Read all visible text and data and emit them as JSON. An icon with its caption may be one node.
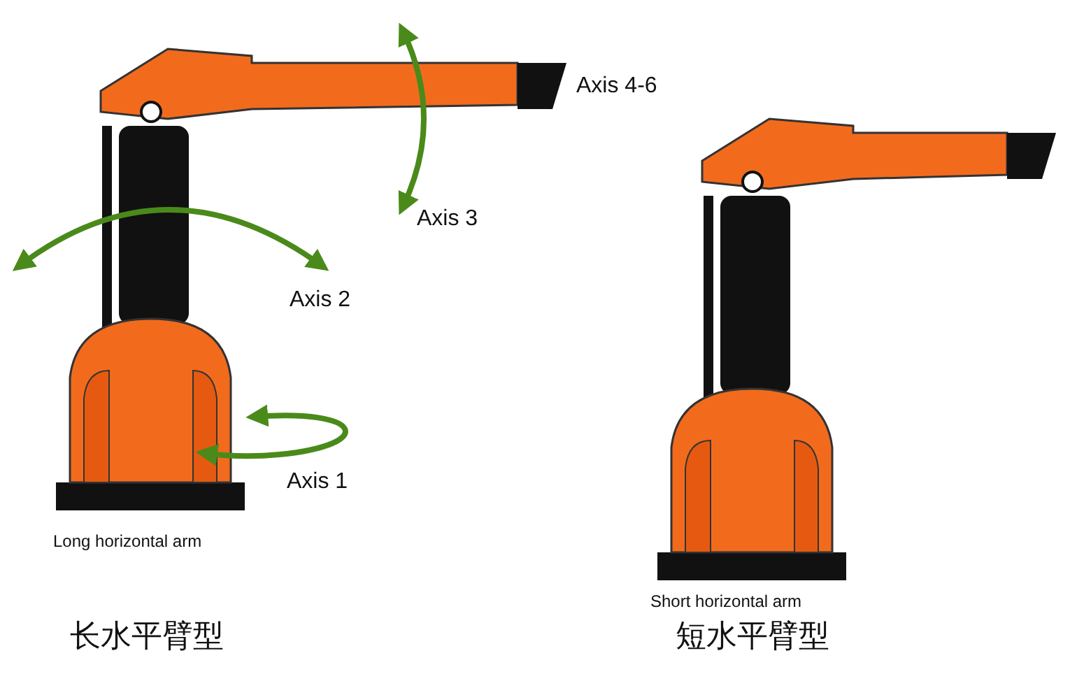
{
  "diagram": {
    "labels": [
      "Axis 4-6",
      "Axis 3",
      "Axis 2",
      "Axis 1",
      "Long horizontal arm",
      "长水平臂型",
      "Short horizontal arm",
      "短水平臂型"
    ]
  }
}
